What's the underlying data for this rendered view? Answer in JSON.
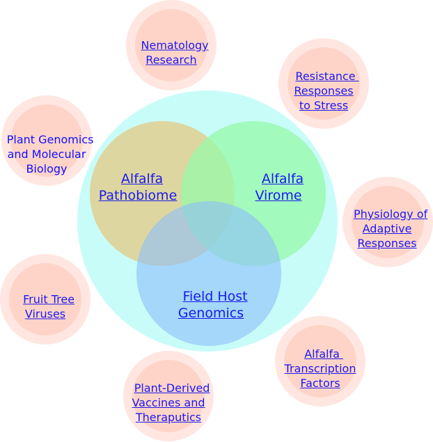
{
  "diagram": {
    "type": "venn-with-satellites",
    "outer_region": {
      "label": "",
      "color": "#c8fcf8"
    },
    "venn_sets": [
      {
        "id": "patho",
        "label": "Alfalfa\nPathobiome",
        "color": "#d8d4a0",
        "link": true
      },
      {
        "id": "virome",
        "label": "Alfalfa\nVirome",
        "color": "#a0fcb8",
        "link": true
      },
      {
        "id": "field",
        "label": "Field Host\nGenomics",
        "color": "#a8d0f8",
        "link": true
      }
    ],
    "satellites": [
      {
        "id": "nematology",
        "label": "Nematology\nResearch",
        "link": true
      },
      {
        "id": "resistance",
        "label": "Resistance \nResponses\nto Stress",
        "link": true
      },
      {
        "id": "physiology",
        "label": "Physiology of\nAdaptive\nResponses",
        "link": true
      },
      {
        "id": "transcription",
        "label": "Alfalfa \nTranscription\nFactors",
        "link": true
      },
      {
        "id": "vaccines",
        "label": "Plant-Derived\nVaccines and\nTheraputics",
        "link": true
      },
      {
        "id": "fruittree",
        "label": "Fruit Tree\nViruses",
        "link": true
      },
      {
        "id": "plantgenomics",
        "label": "Plant Genomics\nand Molecular\nBiology",
        "link": false
      }
    ],
    "colors": {
      "satellite_outer": "#ffe6e0",
      "satellite_inner": "#ffd4c8",
      "link_text": "#1a1aee"
    }
  }
}
